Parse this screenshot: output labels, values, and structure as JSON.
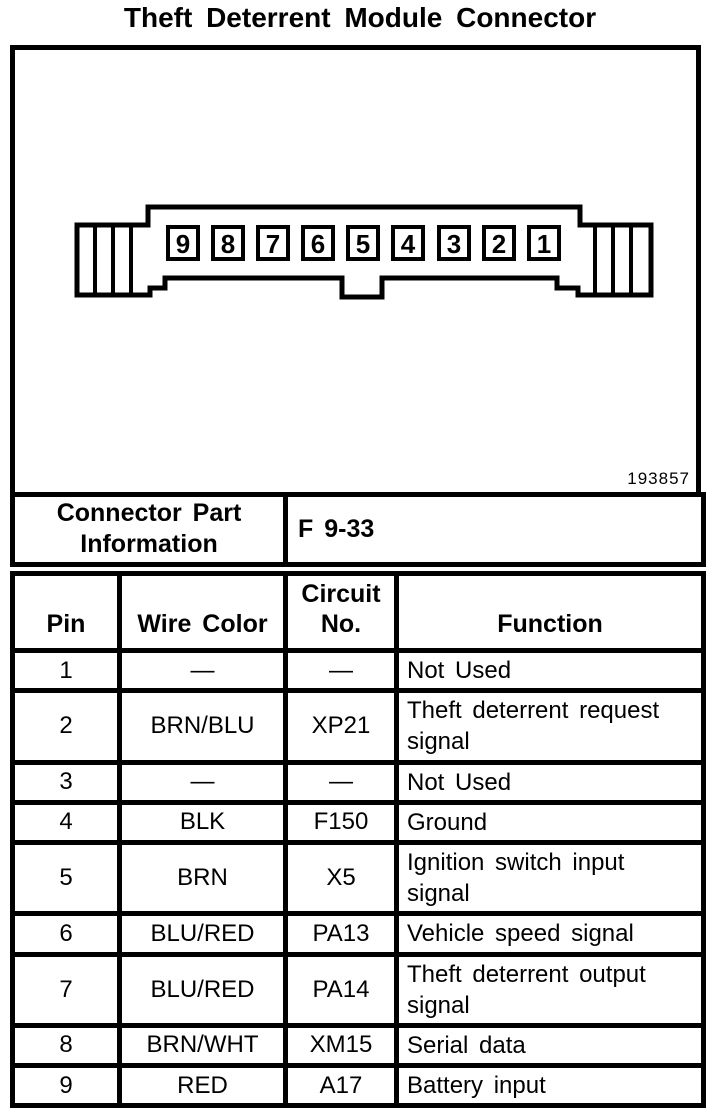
{
  "title": "Theft Deterrent Module Connector",
  "diagram": {
    "figure_number": "193857",
    "connector": {
      "pins": [
        "9",
        "8",
        "7",
        "6",
        "5",
        "4",
        "3",
        "2",
        "1"
      ]
    }
  },
  "table": {
    "part_information": {
      "label": "Connector Part Information",
      "value": "F 9-33"
    },
    "columns": [
      "Pin",
      "Wire Color",
      "Circuit No.",
      "Function"
    ],
    "rows": [
      {
        "pin": "1",
        "wire_color": "—",
        "circuit_no": "—",
        "function": "Not Used"
      },
      {
        "pin": "2",
        "wire_color": "BRN/BLU",
        "circuit_no": "XP21",
        "function": "Theft deterrent request signal"
      },
      {
        "pin": "3",
        "wire_color": "—",
        "circuit_no": "—",
        "function": "Not Used"
      },
      {
        "pin": "4",
        "wire_color": "BLK",
        "circuit_no": "F150",
        "function": "Ground"
      },
      {
        "pin": "5",
        "wire_color": "BRN",
        "circuit_no": "X5",
        "function": "Ignition switch input signal"
      },
      {
        "pin": "6",
        "wire_color": "BLU/RED",
        "circuit_no": "PA13",
        "function": "Vehicle speed signal"
      },
      {
        "pin": "7",
        "wire_color": "BLU/RED",
        "circuit_no": "PA14",
        "function": "Theft deterrent output signal"
      },
      {
        "pin": "8",
        "wire_color": "BRN/WHT",
        "circuit_no": "XM15",
        "function": "Serial data"
      },
      {
        "pin": "9",
        "wire_color": "RED",
        "circuit_no": "A17",
        "function": "Battery input"
      }
    ],
    "colors": {
      "line": "#000000",
      "background": "#ffffff"
    }
  }
}
